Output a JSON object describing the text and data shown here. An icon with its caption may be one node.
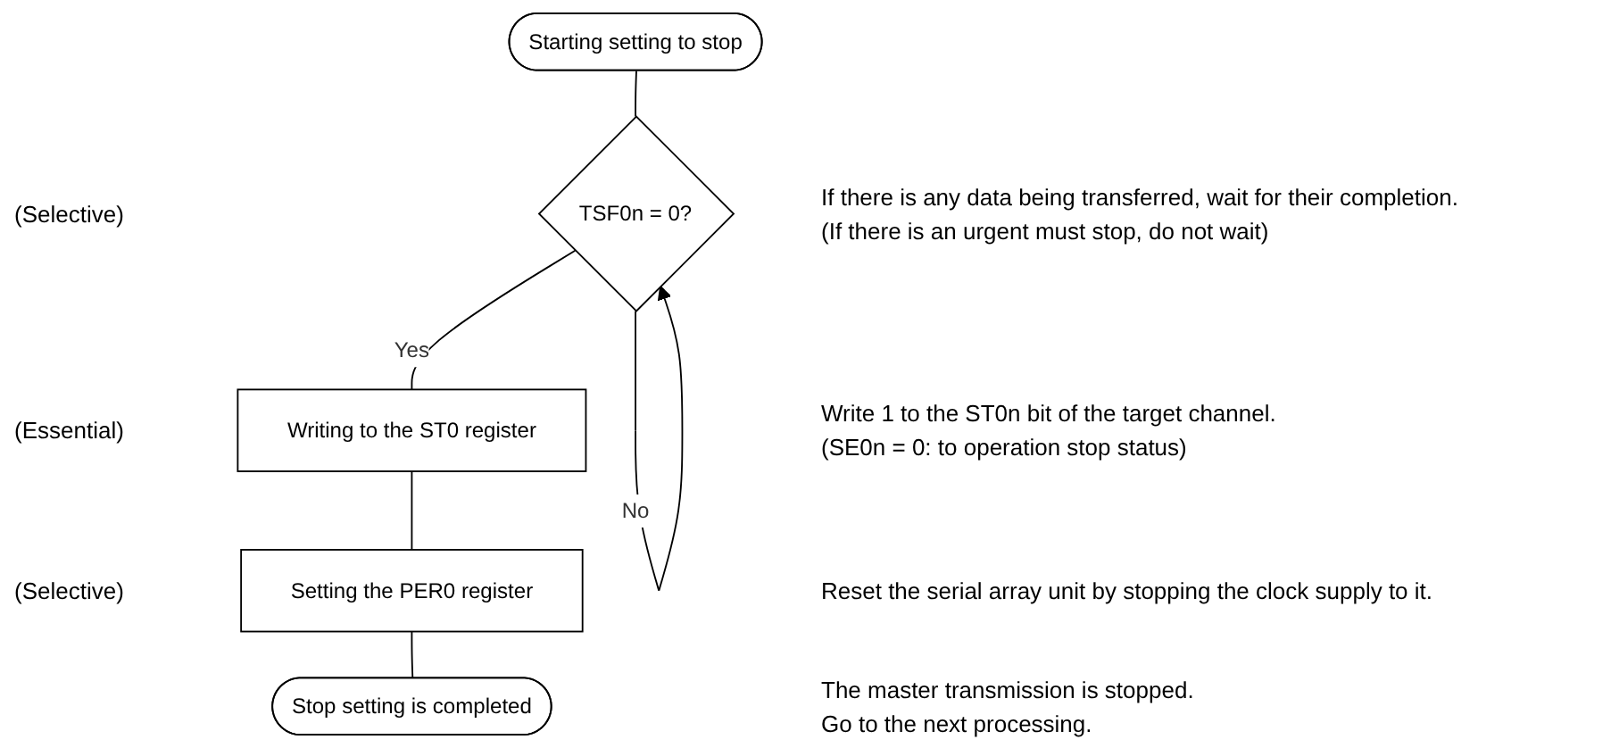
{
  "diagram": {
    "nodes": [
      {
        "text": [
          "Starting setting to stop"
        ]
      },
      {
        "text": [
          "TSF0n = 0?"
        ]
      },
      {
        "text": [
          "Writing to the ST0 register"
        ]
      },
      {
        "text": [
          "Setting the PER0 register"
        ]
      },
      {
        "text": [
          "Stop setting is completed"
        ]
      }
    ],
    "edges": [
      {
        "from": 0,
        "to": 1,
        "arrow": "none"
      },
      {
        "from": 1,
        "to": 1,
        "arrow": "to",
        "label": "No"
      },
      {
        "from": 1,
        "to": 2,
        "arrow": "none",
        "label": "Yes"
      },
      {
        "from": 2,
        "to": 3,
        "arrow": "none"
      },
      {
        "from": 3,
        "to": 4,
        "arrow": "none"
      }
    ],
    "labels": [
      "(Selective)",
      "If there is any data being transferred, wait for their completion.",
      "(If there is an urgent must stop, do not wait)",
      "(Essential)",
      "Write 1 to the ST0n bit of the target channel.",
      "(SE0n = 0:   to operation stop status)",
      "(Selective)",
      "Reset the serial array unit by stopping the clock supply to it.",
      "The master transmission is stopped.",
      "Go to the next processing."
    ]
  }
}
